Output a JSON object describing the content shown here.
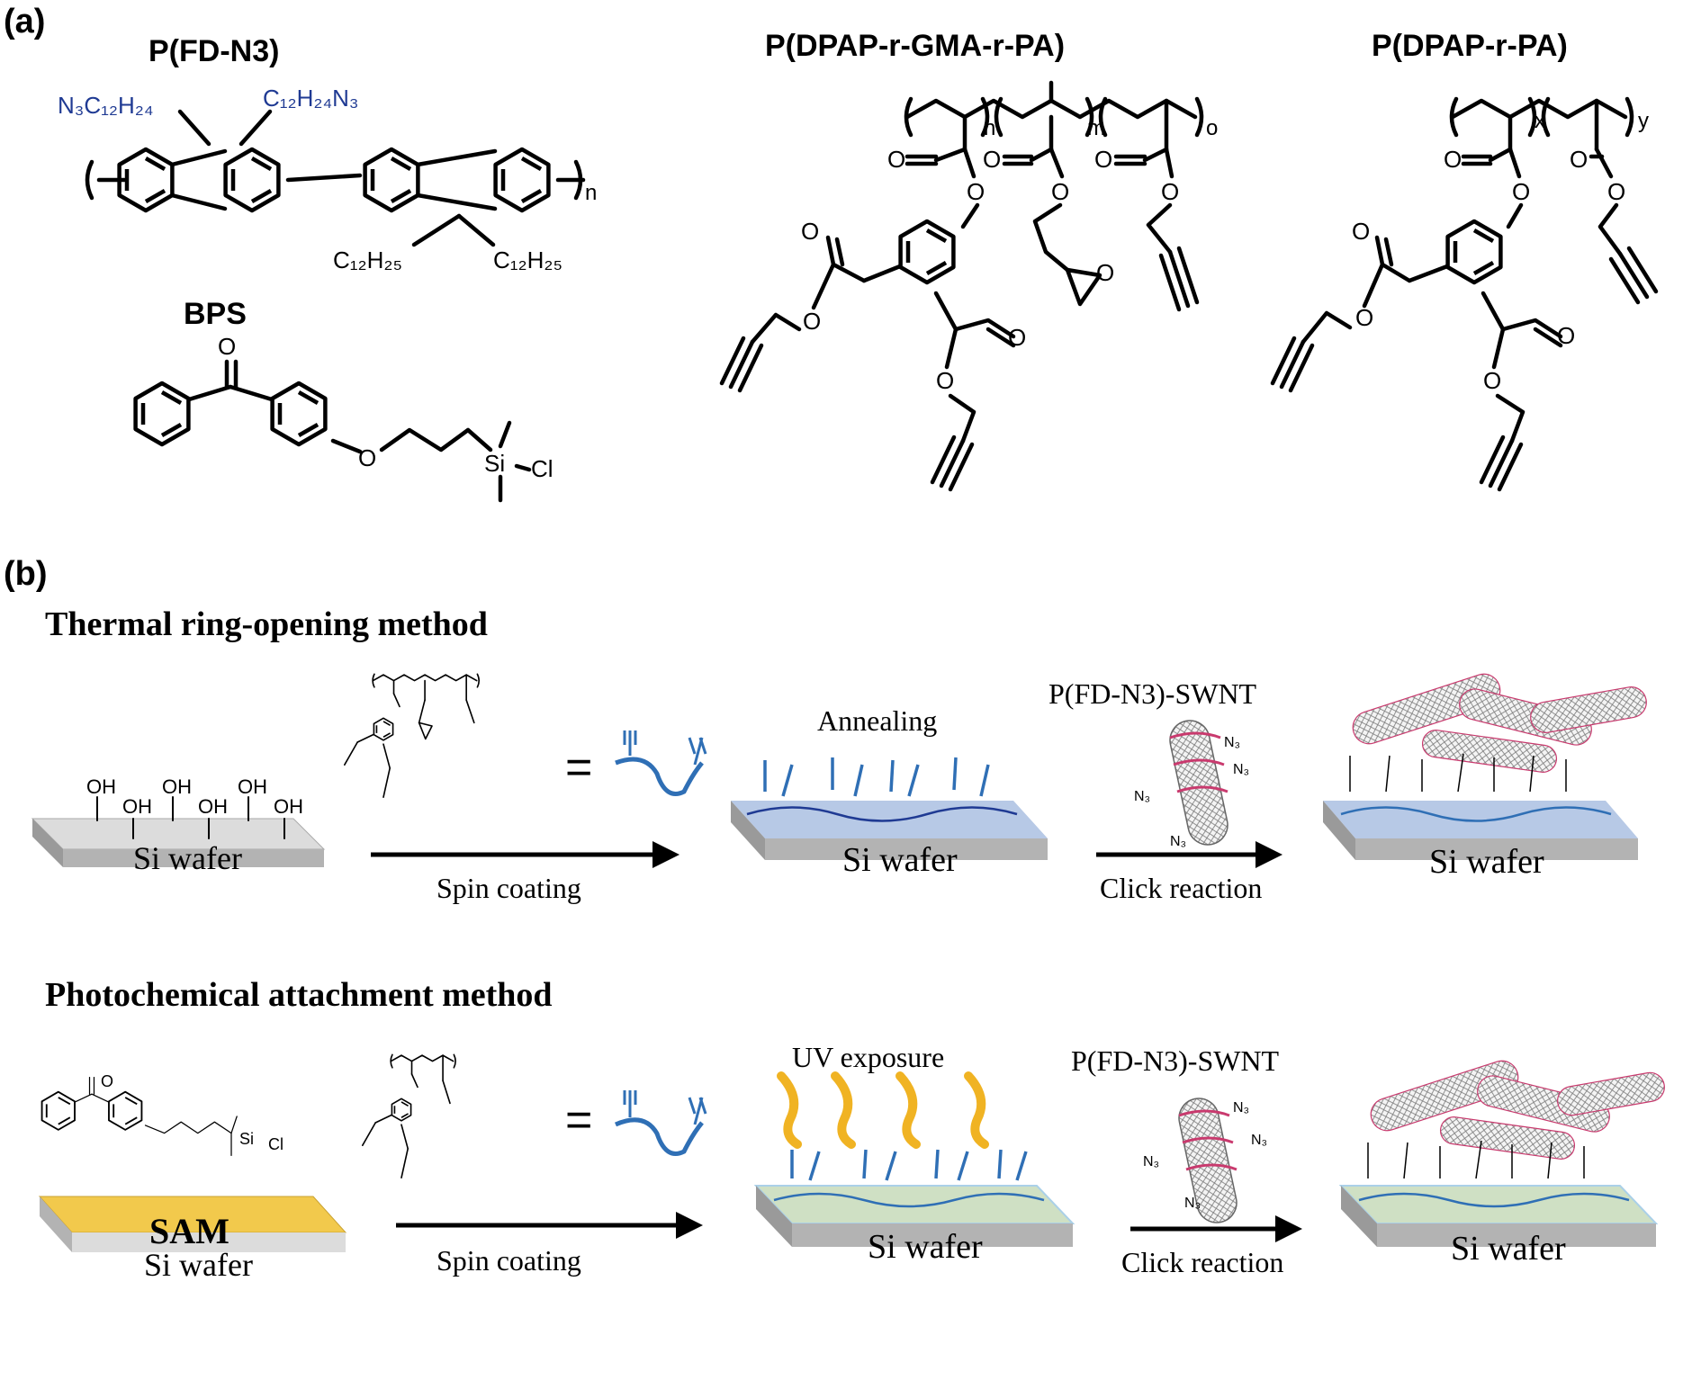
{
  "panel_a": {
    "label": "(a)",
    "pfd": {
      "title": "P(FD-N3)",
      "sub_n": "n",
      "chain_left": "N₃C₁₂H₂₄",
      "chain_right": "C₁₂H₂₄N₃",
      "chain_bottom_left": "C₁₂H₂₅",
      "chain_bottom_right": "C₁₂H₂₅"
    },
    "bps": {
      "title": "BPS",
      "o": "O",
      "si": "Si",
      "cl": "Cl"
    },
    "pdap_gma": {
      "title": "P(DPAP-r-GMA-r-PA)",
      "sub_n": "n",
      "sub_m": "m",
      "sub_o": "o",
      "atom_o": "O"
    },
    "pdap_pa": {
      "title": "P(DPAP-r-PA)",
      "sub_x": "x",
      "sub_y": "y",
      "atom_o": "O"
    }
  },
  "panel_b": {
    "label": "(b)",
    "thermal": {
      "title": "Thermal ring-opening method",
      "wafer_label": "Si wafer",
      "oh_label": "OH",
      "equals": "=",
      "step1": "Spin coating",
      "annealing": "Annealing",
      "reagent": "P(FD-N3)-SWNT",
      "step2": "Click reaction",
      "azide": "N₃"
    },
    "photo": {
      "title": "Photochemical attachment method",
      "sam_label": "SAM",
      "wafer_label": "Si wafer",
      "equals": "=",
      "step1": "Spin coating",
      "uv": "UV exposure",
      "reagent": "P(FD-N3)-SWNT",
      "step2": "Click reaction",
      "azide": "N₃"
    }
  },
  "colors": {
    "azide_blue": "#1f3a93",
    "polymer_blue": "#2f6fb5",
    "film_blue": "#b7c9e6",
    "film_green": "#cfe0c4",
    "sam_gold": "#f2c94c",
    "wafer_top": "#dcdcdc",
    "wafer_side": "#b3b3b3",
    "uv_arrow": "#f0b323",
    "tube_pink": "#c93a6e"
  }
}
